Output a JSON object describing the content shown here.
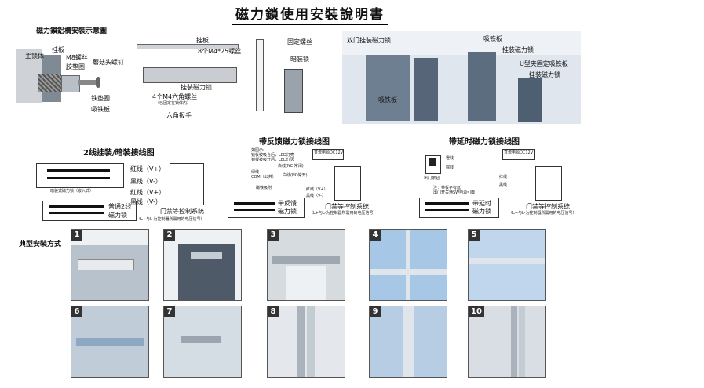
{
  "page": {
    "title": "磁力鎖使用安裝說明書"
  },
  "top_left": {
    "heading": "磁力鎖鋁構安裝示意圖",
    "labels": {
      "main_body": "主锁体",
      "bracket": "挂板",
      "m8_screw": "M8螺丝",
      "rubber_washer": "胶垫圈",
      "mushroom_screw": "蘑菇头螺钉",
      "iron_washer": "铁垫圈",
      "armature": "吸铁板"
    }
  },
  "top_center": {
    "labels": {
      "plate": "挂板",
      "screws": "8个M4*25螺丝",
      "mounted_lock": "挂装磁力锁",
      "hex_screws": "4个M4六角螺丝",
      "hex_note": "（已固定在锁体内）",
      "hex_wrench": "六角扳手"
    }
  },
  "top_side": {
    "labels": {
      "fix_screw": "固定螺丝",
      "hidden_lock": "暗装锁"
    }
  },
  "top_right": {
    "labels": {
      "double_door": "双门挂装磁力锁",
      "armature_top": "吸铁板",
      "mounted_lock": "挂装磁力锁",
      "u_clip": "U型夹固定吸铁板",
      "mounted_lock_2": "挂装磁力锁",
      "armature_bottom": "吸铁板"
    }
  },
  "wiring": [
    {
      "heading": "2线挂装/暗装接线图",
      "lines": {
        "red": "红线（V+）",
        "black": "黑线（V-）",
        "red2": "红线（V+）",
        "black2": "黑线（V-）"
      },
      "lock_label_1": "普通2线",
      "lock_label_2": "磁力锁",
      "note_left": "暗装式磁力锁（嵌入式）",
      "system": "门禁等控制系统",
      "system_note": "（L+与L-为控制器所需用的电压信号）"
    },
    {
      "heading": "带反馈磁力锁接线图",
      "power": "直流电源DC12V",
      "desc1": "如图示:",
      "desc2": "锁板被吸合后，LED灯亮",
      "desc3": "锁板被吸开后，LED灯灭",
      "white_nc": "白线(NC 常闭)",
      "green_com": "绿线",
      "com": "COM（公共）",
      "white_no": "白线(NO常开)",
      "red": "红线（V+）",
      "black": "黑线（V-）",
      "armature": "磁铁吸附",
      "lock_label_1": "带反馈",
      "lock_label_2": "磁力锁",
      "system": "门禁等控制系统",
      "system_note": "（L+与L-为控制器所需用的电压信号）"
    },
    {
      "heading": "带延时磁力锁接线图",
      "power": "直流电源DC12V",
      "orange": "橙线",
      "brown": "棕线",
      "exit": "出门按钮",
      "red": "红线",
      "black": "黑线",
      "exit_note1": "注：带板子有延",
      "exit_note2": "出门开关通SW电源引脚",
      "lock_label_1": "带延时",
      "lock_label_2": "磁力锁",
      "system": "门禁等控制系统",
      "system_note": "（L+与L-为控制器所需用的电压信号）"
    }
  ],
  "typical": {
    "heading": "典型安裝方式",
    "tiles": [
      "1",
      "2",
      "3",
      "4",
      "5",
      "6",
      "7",
      "8",
      "9",
      "10"
    ]
  }
}
